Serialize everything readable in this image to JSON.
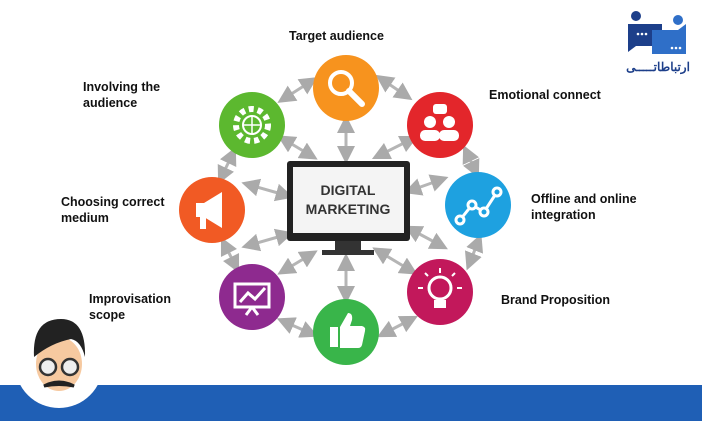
{
  "center": {
    "line1": "DIGITAL",
    "line2": "MARKETING"
  },
  "labels": {
    "target_audience": "Target audience",
    "emotional_connect": "Emotional connect",
    "offline_online_1": "Offline and online",
    "offline_online_2": "integration",
    "brand_proposition": "Brand Proposition",
    "improvisation_1": "Improvisation",
    "improvisation_2": "scope",
    "choosing_medium_1": "Choosing correct",
    "choosing_medium_2": "medium",
    "involving_1": "Involving the",
    "involving_2": "audience"
  },
  "logo": {
    "text": "ارتباطاتـــــی"
  },
  "colors": {
    "target": "#f7931e",
    "emotional": "#e3262b",
    "offline": "#1ea1e0",
    "brand": "#c2185b",
    "thumbs": "#39b54a",
    "improvisation": "#8e2a8f",
    "medium": "#f15a24",
    "involving": "#5cb82f",
    "bar": "#1f5fb5"
  }
}
